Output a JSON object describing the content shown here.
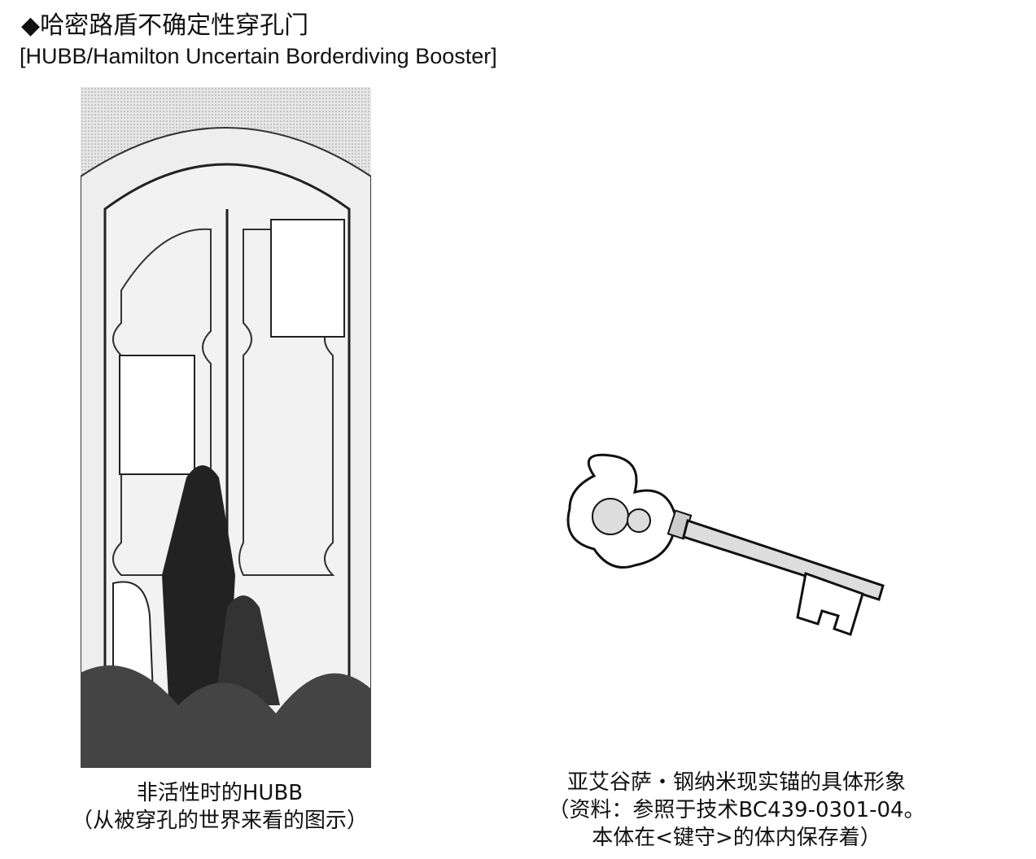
{
  "header": {
    "title": "◆哈密路盾不确定性穿孔门",
    "subtitle": "[HUBB/Hamilton Uncertain Borderdiving Booster]"
  },
  "figures": [
    {
      "caption_lines": [
        "非活性时的HUBB",
        "（从被穿孔的世界来看的图示）"
      ]
    },
    {
      "caption_lines": [
        "亚艾谷萨・钢纳米现实锚的具体形象",
        "（资料：参照于技术BC439-0301-04。",
        "本体在<键守>的体内保存着）"
      ]
    }
  ]
}
